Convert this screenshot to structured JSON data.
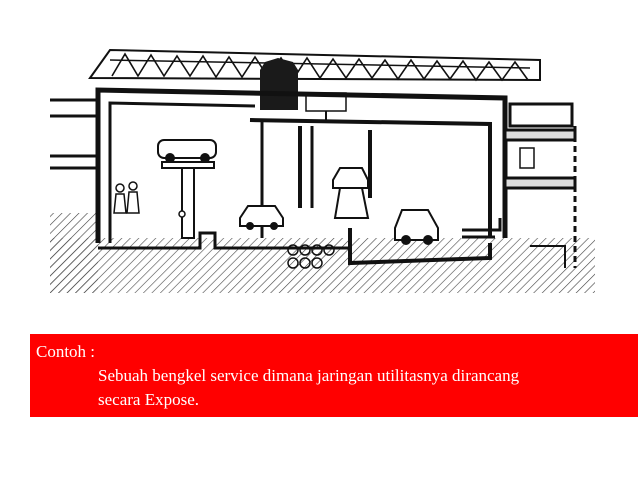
{
  "illustration": {
    "icon": "workshop-section-sketch",
    "colors": {
      "ink": "#111111",
      "hatch": "#444444",
      "paper": "#ffffff"
    }
  },
  "caption": {
    "title": "Contoh :",
    "line1": "Sebuah bengkel service dimana jaringan utilitasnya dirancang",
    "line2": "secara Expose.",
    "background": "#ff0000",
    "text_color": "#ffffff"
  }
}
